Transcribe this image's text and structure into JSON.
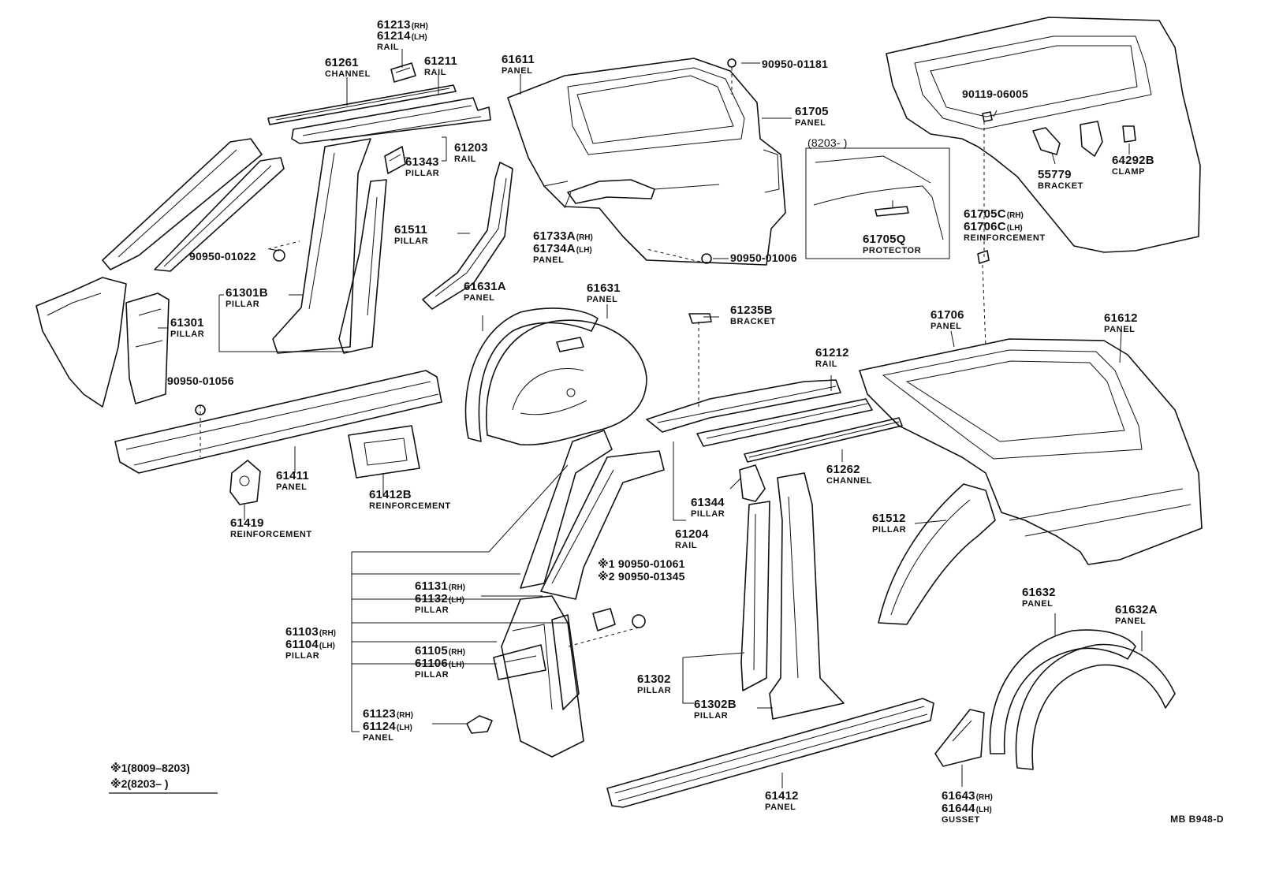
{
  "labels": {
    "l61213": {
      "num": "61213",
      "suffix": "(RH)",
      "name": ""
    },
    "l61214": {
      "num": "61214",
      "suffix": "(LH)",
      "name": "RAIL"
    },
    "l61261": {
      "num": "61261",
      "suffix": "",
      "name": "CHANNEL"
    },
    "l61211": {
      "num": "61211",
      "suffix": "",
      "name": "RAIL"
    },
    "l61343": {
      "num": "61343",
      "suffix": "",
      "name": "PILLAR"
    },
    "l61203": {
      "num": "61203",
      "suffix": "",
      "name": "RAIL"
    },
    "l90950_01022": {
      "num": "90950-01022",
      "suffix": "",
      "name": ""
    },
    "l61301B": {
      "num": "61301B",
      "suffix": "",
      "name": "PILLAR"
    },
    "l61301": {
      "num": "61301",
      "suffix": "",
      "name": "PILLAR"
    },
    "l90950_01056": {
      "num": "90950-01056",
      "suffix": "",
      "name": ""
    },
    "l61411": {
      "num": "61411",
      "suffix": "",
      "name": "PANEL"
    },
    "l61412B": {
      "num": "61412B",
      "suffix": "",
      "name": "REINFORCEMENT"
    },
    "l61419": {
      "num": "61419",
      "suffix": "",
      "name": "REINFORCEMENT"
    },
    "l61611": {
      "num": "61611",
      "suffix": "",
      "name": "PANEL"
    },
    "l90950_01181": {
      "num": "90950-01181",
      "suffix": "",
      "name": ""
    },
    "l61705": {
      "num": "61705",
      "suffix": "",
      "name": "PANEL"
    },
    "l61511": {
      "num": "61511",
      "suffix": "",
      "name": "PILLAR"
    },
    "l61733A": {
      "num": "61733A",
      "suffix": "(RH)",
      "name": ""
    },
    "l61734A": {
      "num": "61734A",
      "suffix": "(LH)",
      "name": "PANEL"
    },
    "l90950_01006": {
      "num": "90950-01006",
      "suffix": "",
      "name": ""
    },
    "l61631A": {
      "num": "61631A",
      "suffix": "",
      "name": "PANEL"
    },
    "l61631": {
      "num": "61631",
      "suffix": "",
      "name": "PANEL"
    },
    "l8203box": {
      "num": "(8203-        )",
      "suffix": "",
      "name": ""
    },
    "l61705Q": {
      "num": "61705Q",
      "suffix": "",
      "name": "PROTECTOR"
    },
    "l90119_06005": {
      "num": "90119-06005",
      "suffix": "",
      "name": ""
    },
    "l55779": {
      "num": "55779",
      "suffix": "",
      "name": "BRACKET"
    },
    "l64292B": {
      "num": "64292B",
      "suffix": "",
      "name": "CLAMP"
    },
    "l61705C": {
      "num": "61705C",
      "suffix": "(RH)",
      "name": ""
    },
    "l61706C": {
      "num": "61706C",
      "suffix": "(LH)",
      "name": "REINFORCEMENT"
    },
    "l61235B": {
      "num": "61235B",
      "suffix": "",
      "name": "BRACKET"
    },
    "l61706": {
      "num": "61706",
      "suffix": "",
      "name": "PANEL"
    },
    "l61612": {
      "num": "61612",
      "suffix": "",
      "name": "PANEL"
    },
    "l61212": {
      "num": "61212",
      "suffix": "",
      "name": "RAIL"
    },
    "l61262": {
      "num": "61262",
      "suffix": "",
      "name": "CHANNEL"
    },
    "l61344": {
      "num": "61344",
      "suffix": "",
      "name": "PILLAR"
    },
    "l61204": {
      "num": "61204",
      "suffix": "",
      "name": "RAIL"
    },
    "l61512": {
      "num": "61512",
      "suffix": "",
      "name": "PILLAR"
    },
    "l61131": {
      "num": "61131",
      "suffix": "(RH)",
      "name": ""
    },
    "l61132": {
      "num": "61132",
      "suffix": "(LH)",
      "name": "PILLAR"
    },
    "l_x1_90950_01061": {
      "num": "※1 90950-01061",
      "suffix": "",
      "name": ""
    },
    "l_x2_90950_01345": {
      "num": "※2 90950-01345",
      "suffix": "",
      "name": ""
    },
    "l61103": {
      "num": "61103",
      "suffix": "(RH)",
      "name": ""
    },
    "l61104": {
      "num": "61104",
      "suffix": "(LH)",
      "name": "PILLAR"
    },
    "l61105": {
      "num": "61105",
      "suffix": "(RH)",
      "name": ""
    },
    "l61106": {
      "num": "61106",
      "suffix": "(LH)",
      "name": "PILLAR"
    },
    "l61123": {
      "num": "61123",
      "suffix": "(RH)",
      "name": ""
    },
    "l61124": {
      "num": "61124",
      "suffix": "(LH)",
      "name": "PANEL"
    },
    "l61302": {
      "num": "61302",
      "suffix": "",
      "name": "PILLAR"
    },
    "l61302B": {
      "num": "61302B",
      "suffix": "",
      "name": "PILLAR"
    },
    "l61412": {
      "num": "61412",
      "suffix": "",
      "name": "PANEL"
    },
    "l61632": {
      "num": "61632",
      "suffix": "",
      "name": "PANEL"
    },
    "l61632A": {
      "num": "61632A",
      "suffix": "",
      "name": "PANEL"
    },
    "l61643": {
      "num": "61643",
      "suffix": "(RH)",
      "name": ""
    },
    "l61644": {
      "num": "61644",
      "suffix": "(LH)",
      "name": "GUSSET"
    }
  },
  "notes": {
    "note1": "※1(8009–8203)",
    "note2": "※2(8203–        )"
  },
  "drawing_code": "MB  B948-D"
}
